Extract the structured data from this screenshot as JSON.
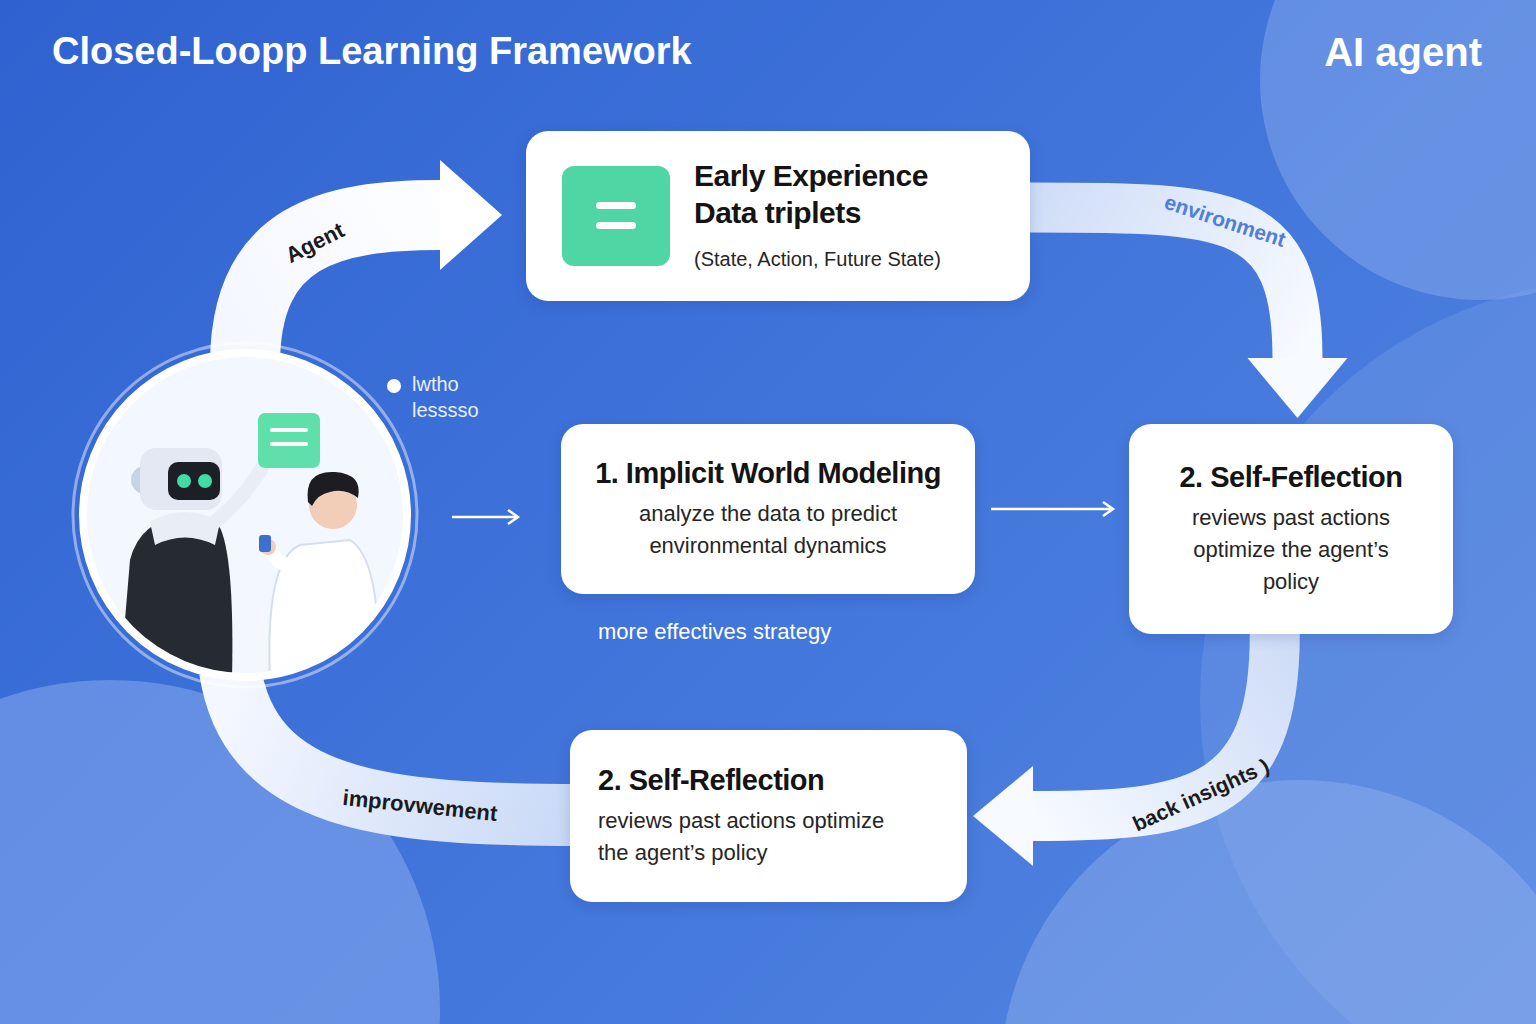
{
  "diagram": {
    "title": "Closed-Loopp Learning Framework",
    "nodes": [
      {
        "text": [
          "Early Experience Data triplets",
          "(State, Action, Future State)"
        ]
      },
      {
        "text": [
          "1. Implicit World Modeling",
          "analyze the data to predict environmental dynamics"
        ]
      },
      {
        "text": [
          "2. Self-Feflection",
          "reviews past actions optimize the agent’s policy"
        ]
      },
      {
        "text": [
          "2. Self-Reflection",
          "reviews past actions optimize the agent’s policy"
        ]
      }
    ],
    "edges": [
      {
        "from": 0,
        "to": 2,
        "label": "environment",
        "arrow": "to"
      },
      {
        "from": 1,
        "to": 2,
        "arrow": "to"
      },
      {
        "from": 2,
        "to": 3,
        "label": "back insights )",
        "arrow": "to"
      }
    ],
    "labels": [
      "AI agent",
      "Agent",
      "lwtho lesssso",
      "more effectives strategy",
      "improvwement"
    ]
  }
}
